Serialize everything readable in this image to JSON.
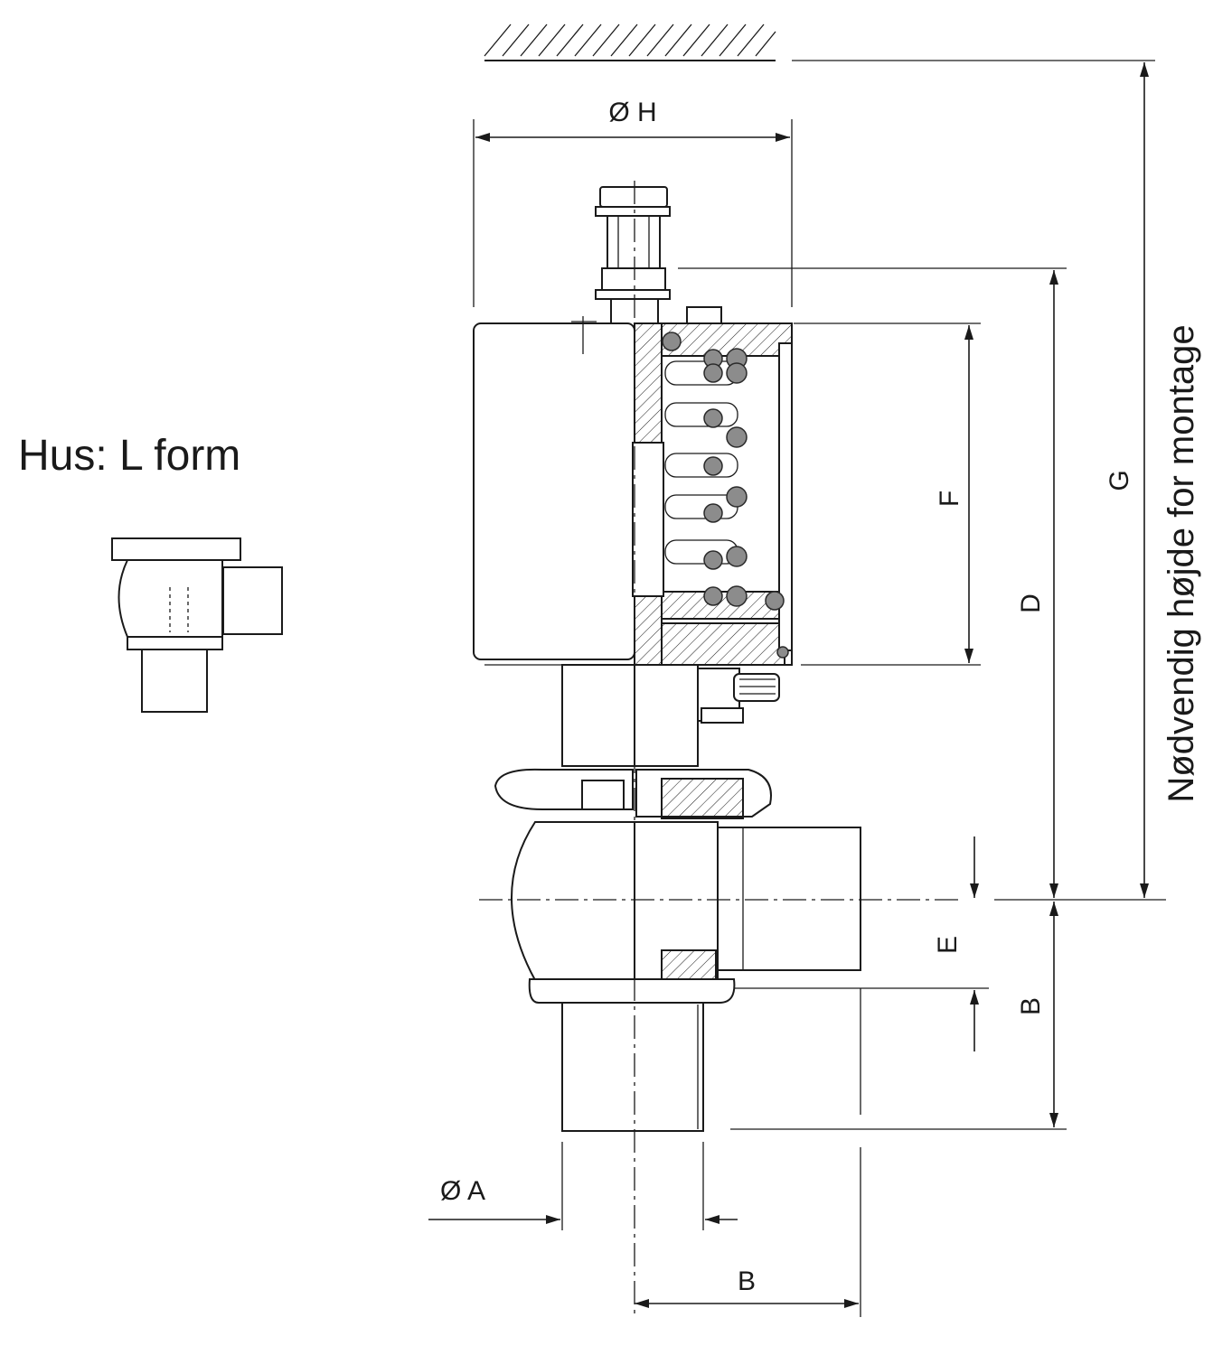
{
  "caption": "Hus: L form",
  "vertical_label": "Nødvendig højde for montage",
  "dimensions": {
    "dia_h": "Ø H",
    "dia_a": "Ø A",
    "b_bottom": "B",
    "b_side": "B",
    "d": "D",
    "e": "E",
    "f": "F",
    "g": "G"
  },
  "colors": {
    "line": "#1a1a1a",
    "spring_coil": "#8c8c8c",
    "background": "#ffffff"
  }
}
